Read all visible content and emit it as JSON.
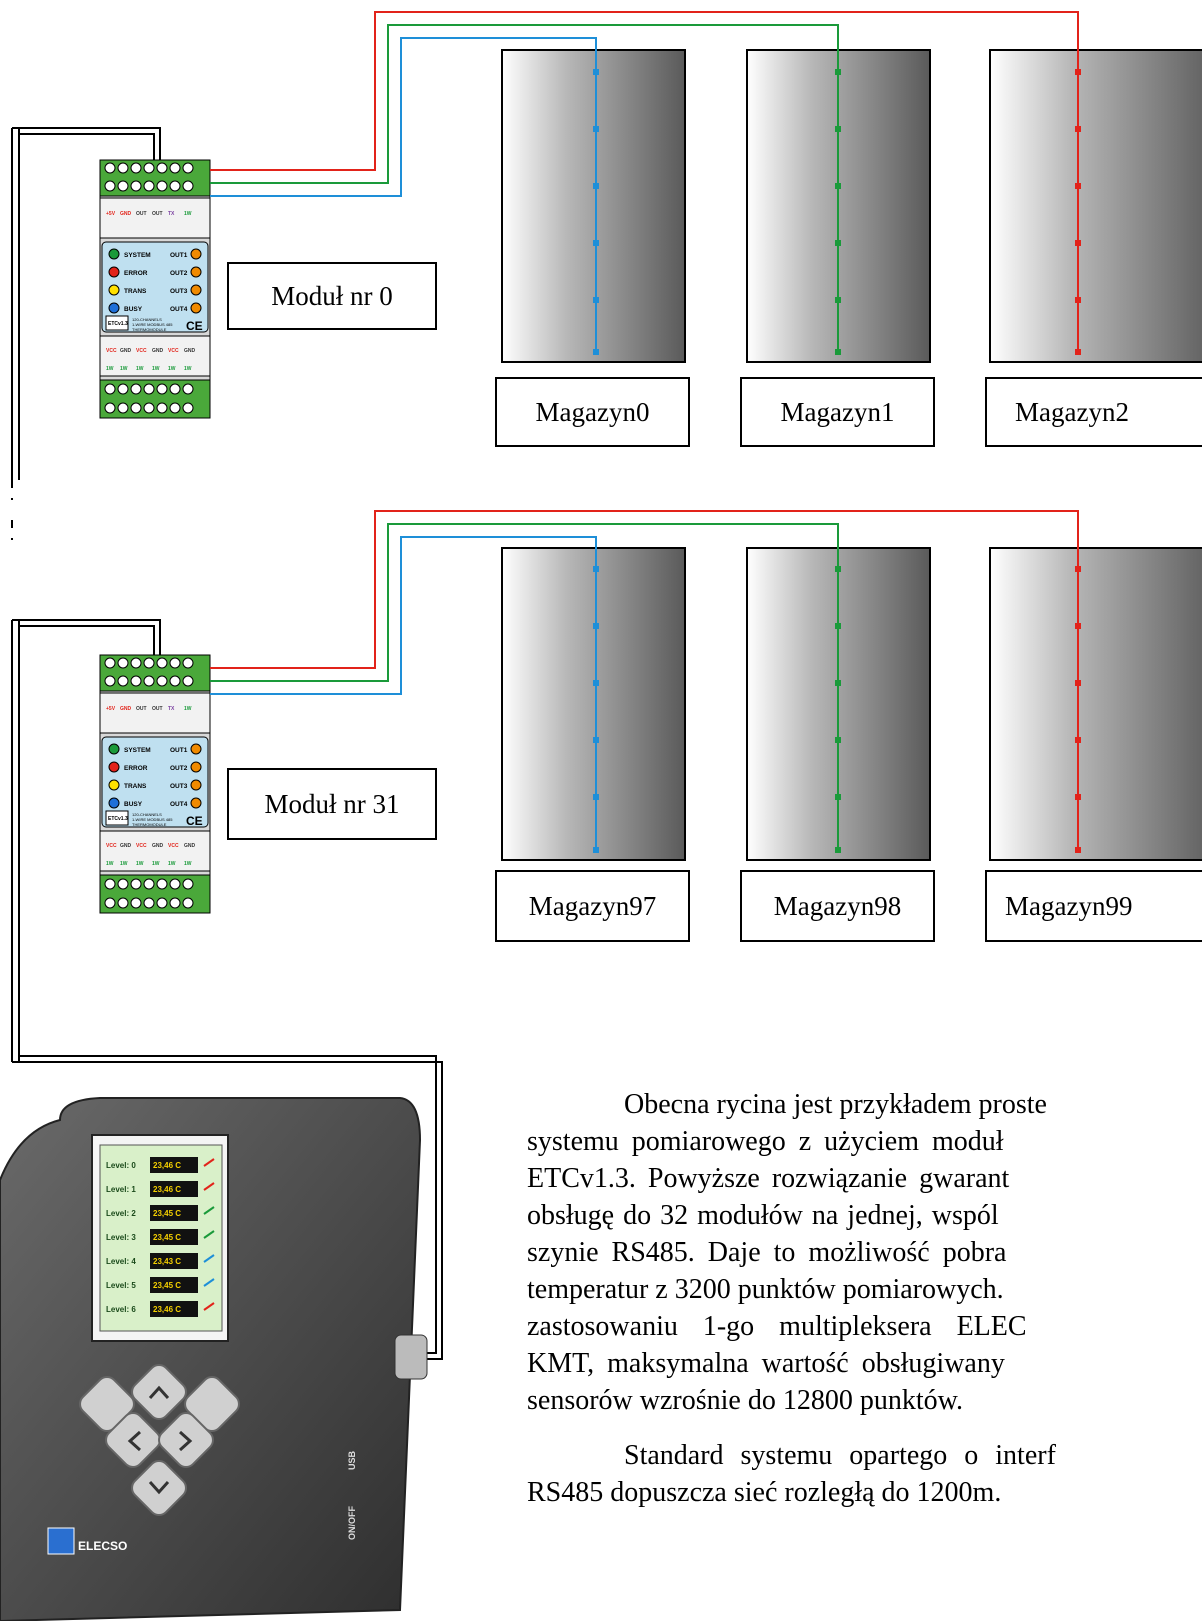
{
  "modules": [
    {
      "label": "Moduł nr 0"
    },
    {
      "label": "Moduł nr 31"
    }
  ],
  "warehouses": [
    {
      "label": "Magazyn0"
    },
    {
      "label": "Magazyn1"
    },
    {
      "label": "Magazyn2"
    },
    {
      "label": "Magazyn97"
    },
    {
      "label": "Magazyn98"
    },
    {
      "label": "Magazyn99"
    }
  ],
  "module_device": {
    "leds": [
      "SYSTEM",
      "ERROR",
      "TRANS",
      "BUSY"
    ],
    "outs": [
      "OUT1",
      "OUT2",
      "OUT3",
      "OUT4"
    ],
    "model": "ETCv1.3",
    "brand": "ELECSO",
    "desc1": "120-CHANNELS",
    "desc2": "1-WIRE MODBUS 485",
    "desc3": "THERMOMODULE"
  },
  "handheld": {
    "rows": [
      "Level: 0",
      "Level: 1",
      "Level: 2",
      "Level: 3",
      "Level: 4",
      "Level: 5",
      "Level: 6"
    ],
    "values": [
      "23,46 C",
      "23,46 C",
      "23,45 C",
      "23,45 C",
      "23,43 C",
      "23,45 C",
      "23,46 C"
    ],
    "brand": "ELECSO",
    "onoff": "ON/OFF",
    "usb": "USB"
  },
  "paragraph": {
    "lines": [
      "Obecna rycina jest przykładem proste",
      "systemu pomiarowego z użyciem moduł",
      "ETCv1.3. Powyższe rozwiązanie gwarant",
      "obsługę do 32 modułów na jednej, wspól",
      "szynie RS485. Daje to możliwość pobra",
      "temperatur z 3200 punktów pomiarowych.",
      "zastosowaniu 1-go multipleksera ELEC",
      "KMT, maksymalna wartość obsługiwany",
      "sensorów wzrośnie do 12800 punktów.",
      "Standard systemu opartego o interf",
      "RS485 dopuszcza sieć rozległą do 1200m."
    ]
  },
  "colors": {
    "red": "#e2231a",
    "green": "#1a9a3a",
    "blue": "#1e8fd8",
    "terminal_green": "#4aa83a"
  }
}
